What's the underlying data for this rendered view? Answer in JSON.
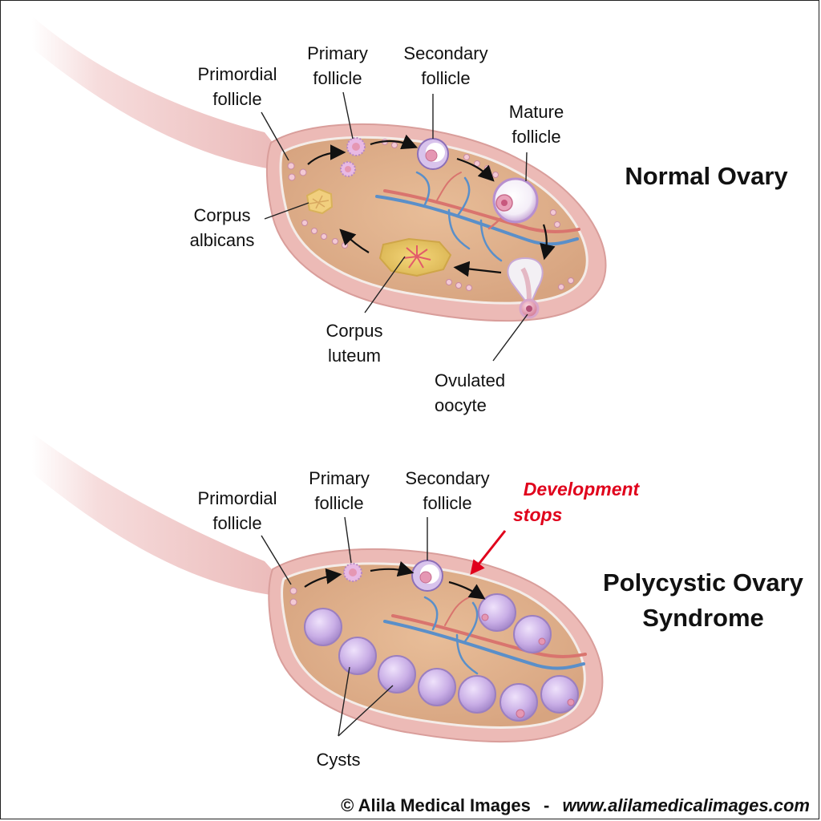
{
  "normal": {
    "title": "Normal Ovary",
    "labels": {
      "primordial_1": "Primordial",
      "primordial_2": "follicle",
      "primary_1": "Primary",
      "primary_2": "follicle",
      "secondary_1": "Secondary",
      "secondary_2": "follicle",
      "mature_1": "Mature",
      "mature_2": "follicle",
      "albicans_1": "Corpus",
      "albicans_2": "albicans",
      "luteum_1": "Corpus",
      "luteum_2": "luteum",
      "oocyte_1": "Ovulated",
      "oocyte_2": "oocyte"
    }
  },
  "pcos": {
    "title_1": "Polycystic Ovary",
    "title_2": "Syndrome",
    "labels": {
      "primordial_1": "Primordial",
      "primordial_2": "follicle",
      "primary_1": "Primary",
      "primary_2": "follicle",
      "secondary_1": "Secondary",
      "secondary_2": "follicle",
      "cysts": "Cysts"
    },
    "callout_1": "Development",
    "callout_2": "stops"
  },
  "footer": {
    "copyright": "© Alila Medical Images",
    "separator": "-",
    "url": "www.alilamedicalimages.com"
  },
  "colors": {
    "ovary_fill": "#deb08d",
    "ovary_wall": "#eab7b4",
    "ligament": "#efc4c3",
    "follicle": "#d9a9d9",
    "cyst": "#cdb4e6",
    "callout_red": "#e0001b"
  }
}
